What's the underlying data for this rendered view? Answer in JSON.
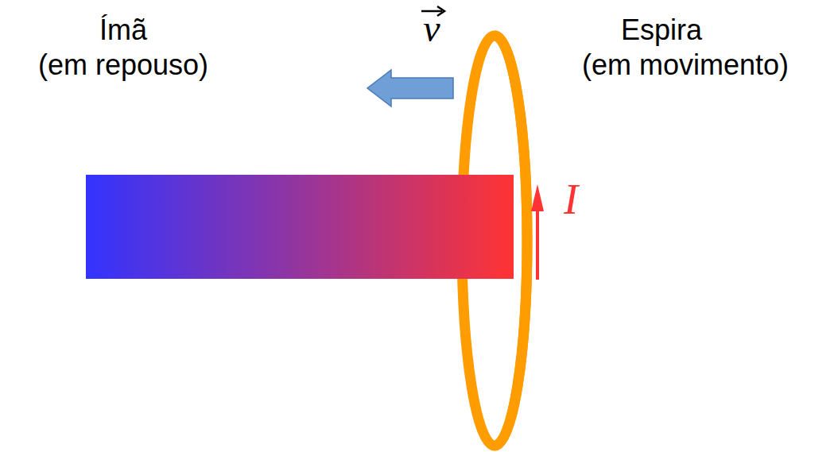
{
  "diagram": {
    "labels": [
      "Ímã",
      "(em repouso)",
      "Espira",
      "(em movimento)",
      "v",
      "I"
    ]
  }
}
